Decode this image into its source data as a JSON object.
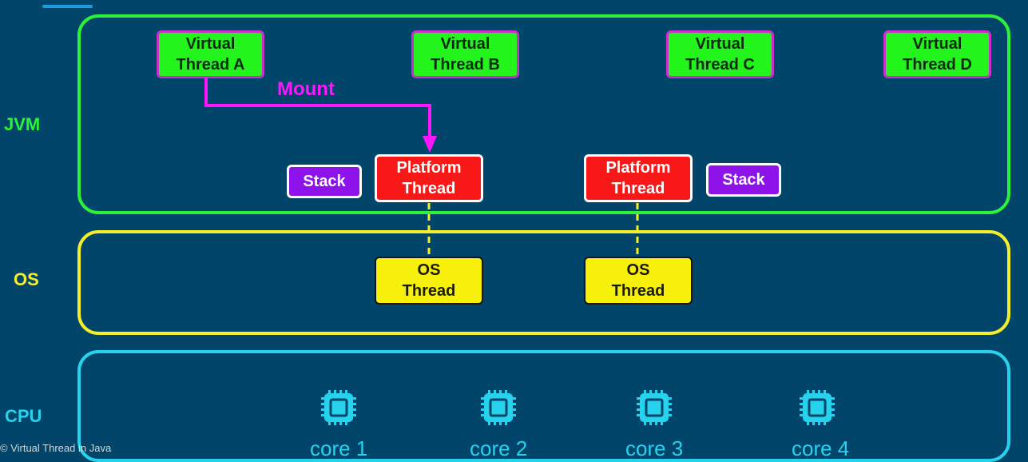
{
  "layers": {
    "jvm": "JVM",
    "os": "OS",
    "cpu": "CPU"
  },
  "virtual_threads": [
    {
      "line1": "Virtual",
      "line2": "Thread A"
    },
    {
      "line1": "Virtual",
      "line2": "Thread B"
    },
    {
      "line1": "Virtual",
      "line2": "Thread C"
    },
    {
      "line1": "Virtual",
      "line2": "Thread D"
    }
  ],
  "mount_label": "Mount",
  "platform_threads": [
    {
      "line1": "Platform",
      "line2": "Thread"
    },
    {
      "line1": "Platform",
      "line2": "Thread"
    }
  ],
  "stacks": [
    "Stack",
    "Stack"
  ],
  "os_threads": [
    {
      "line1": "OS",
      "line2": "Thread"
    },
    {
      "line1": "OS",
      "line2": "Thread"
    }
  ],
  "cores": [
    "core 1",
    "core 2",
    "core 3",
    "core 4"
  ],
  "footer_caption": "© Virtual Thread in Java",
  "colors": {
    "background": "#02456b",
    "jvm": "#2ef23a",
    "os": "#f3ef2b",
    "cpu": "#27d2ec",
    "mount": "#ff16ff",
    "platform": "#f81817",
    "stack": "#8e13ea"
  },
  "icons": [
    "cpu-chip-icon"
  ]
}
